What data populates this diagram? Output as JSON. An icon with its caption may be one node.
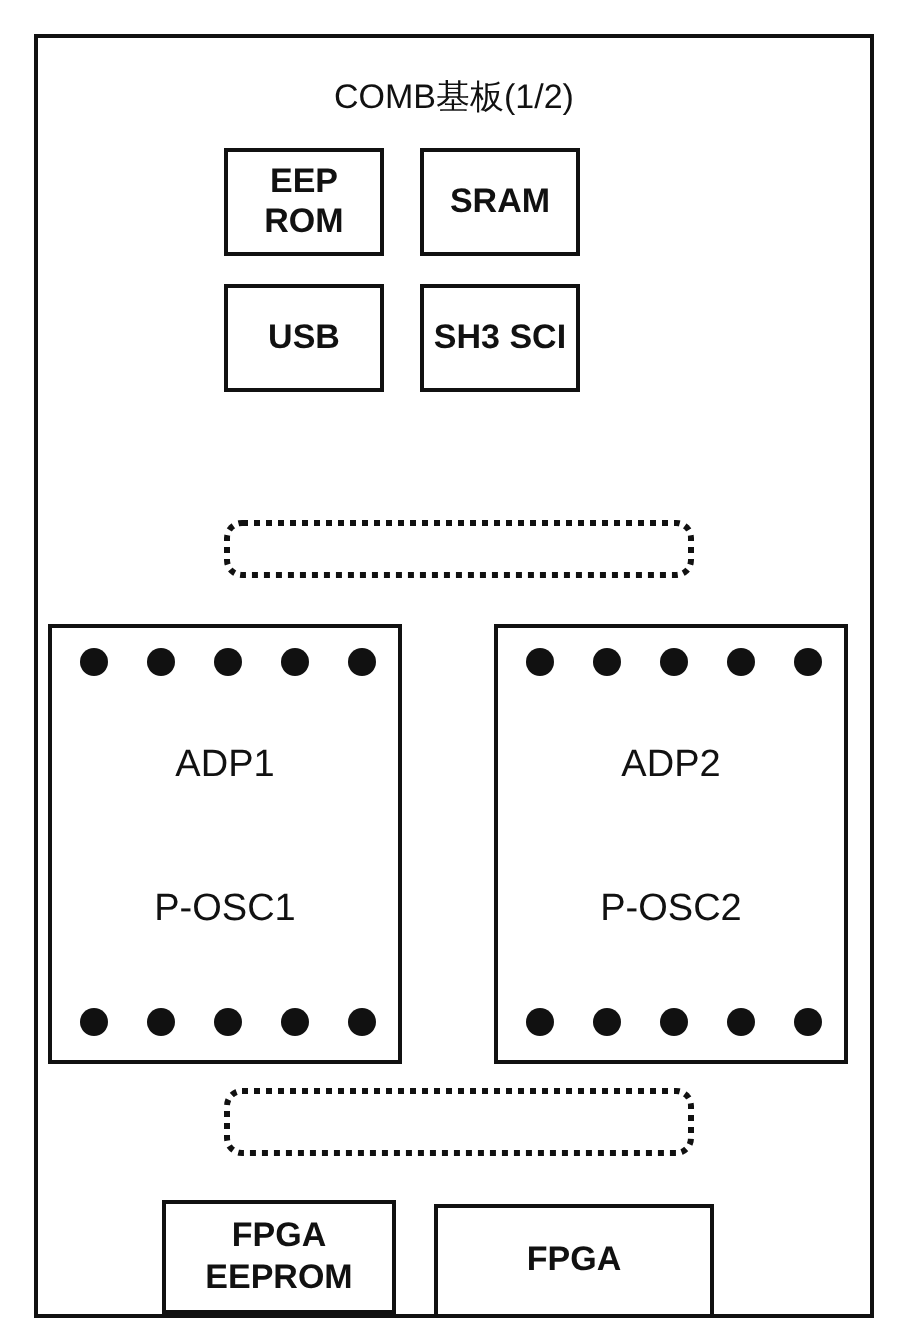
{
  "diagram": {
    "nodes": [
      {
        "text": [
          "COMB基板(1/2)"
        ]
      },
      {
        "text": [
          "EEP ROM"
        ],
        "in": 0
      },
      {
        "text": [
          "SRAM"
        ],
        "in": 0
      },
      {
        "text": [
          "USB"
        ],
        "in": 0
      },
      {
        "text": [
          "SH3 SCI"
        ],
        "in": 0
      },
      {
        "text": [],
        "shape": "box",
        "in": 0
      },
      {
        "text": [
          "ADP1",
          "P-OSC1"
        ],
        "in": 0
      },
      {
        "text": [
          "ADP2",
          "P-OSC2"
        ],
        "in": 0
      },
      {
        "text": [],
        "shape": "box",
        "in": 0
      },
      {
        "text": [
          "FPGA EEPROM"
        ],
        "in": 0
      },
      {
        "text": [
          "FPGA"
        ],
        "in": 0
      }
    ]
  }
}
